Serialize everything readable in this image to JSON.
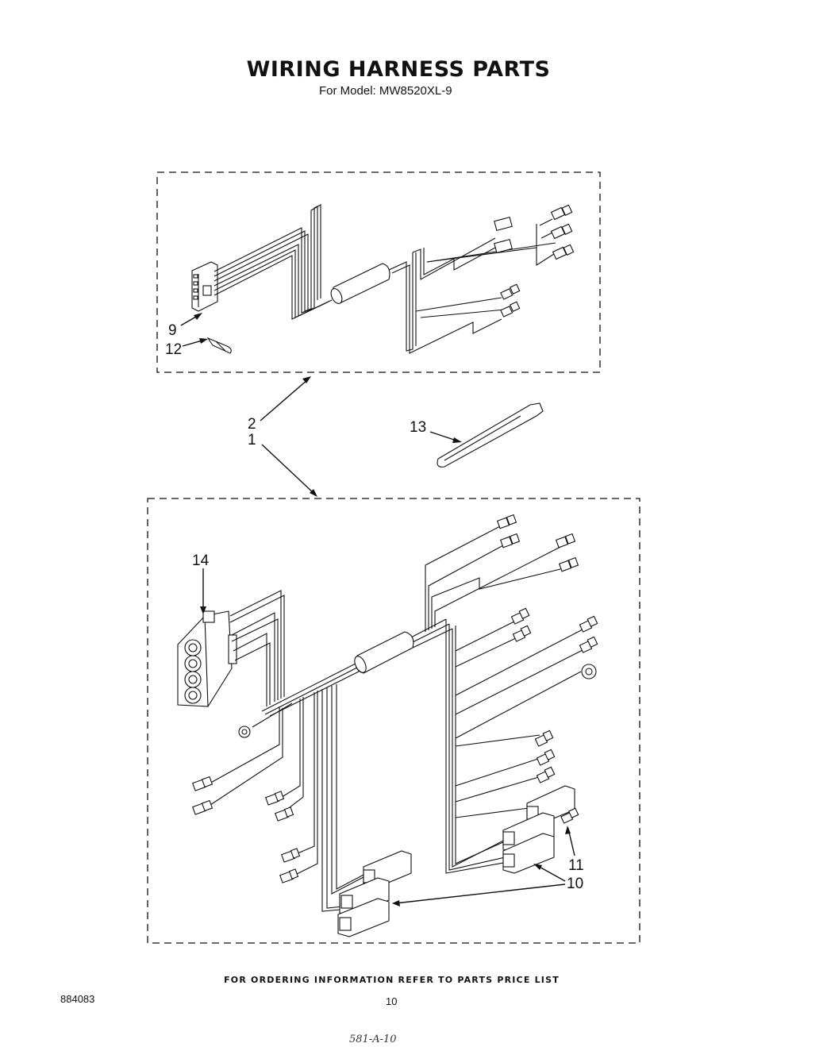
{
  "header": {
    "title": "WIRING HARNESS PARTS",
    "subtitle": "For Model: MW8520XL-9"
  },
  "callouts": {
    "c9": "9",
    "c12": "12",
    "c2": "2",
    "c1": "1",
    "c13": "13",
    "c14": "14",
    "c11": "11",
    "c10": "10"
  },
  "footer": {
    "ordering_note": "FOR ORDERING INFORMATION REFER TO PARTS PRICE LIST",
    "doc_number": "884083",
    "page_number": "10",
    "handwritten_note": "581-A-10"
  }
}
